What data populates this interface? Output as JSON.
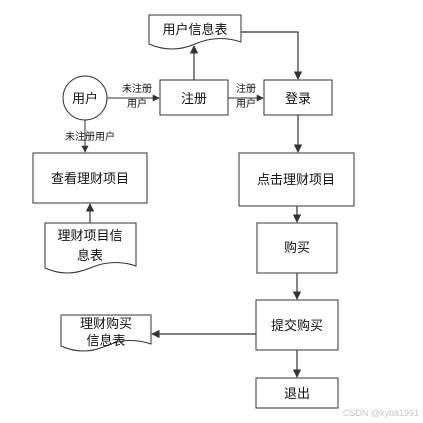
{
  "nodes": {
    "user_info_table": "用户信息表",
    "user": "用户",
    "register": "注册",
    "login": "登录",
    "view_projects": "查看理财项目",
    "projects_table_line1": "理财项目信",
    "projects_table_line2": "息表",
    "click_project": "点击理财项目",
    "buy": "购买",
    "submit_buy": "提交购买",
    "purchase_table_line1": "理财购买",
    "purchase_table_line2": "信息表",
    "logout": "退出"
  },
  "edge_labels": {
    "unregistered_line1": "未注册",
    "unregistered_line2": "用户",
    "registered_line1": "注册",
    "registered_line2": "用户",
    "unregistered_user": "未注册用户"
  },
  "watermark": "CSDN @kyba1991",
  "colors": {
    "stroke": "#333333",
    "arrow": "#333333",
    "text": "#111111",
    "background": "#ffffff",
    "watermark": "#c8c8c8"
  }
}
